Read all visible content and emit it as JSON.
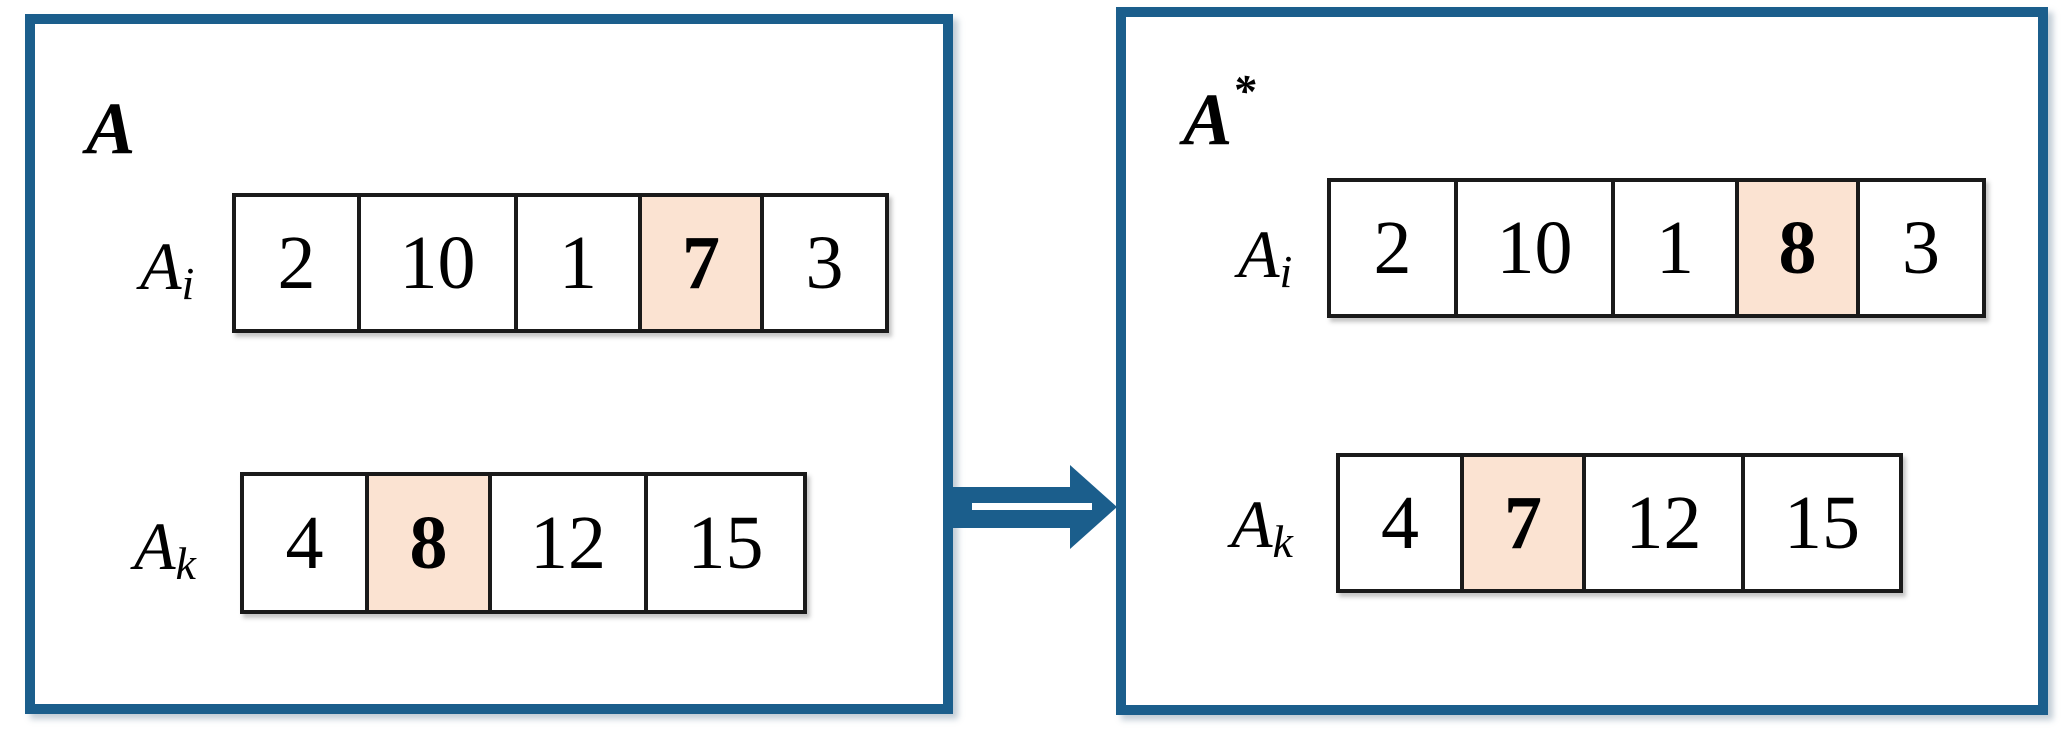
{
  "figure": {
    "description_visible_text_only": "",
    "colors": {
      "panel_border_blue": "#1B5E8C",
      "highlight_peach": "#FBE3D2",
      "cell_border_black": "#1A1A1A",
      "background": "#FFFFFF"
    }
  },
  "arrow": {
    "icon": "double-shaft-right-arrow",
    "direction": "right",
    "color": "#1B5E8C"
  },
  "left_panel": {
    "title": {
      "base": "A",
      "sup": ""
    },
    "rows": [
      {
        "label": {
          "base": "A",
          "sub": "i"
        },
        "cells": [
          {
            "value": "2",
            "highlighted": false
          },
          {
            "value": "10",
            "highlighted": false
          },
          {
            "value": "1",
            "highlighted": false
          },
          {
            "value": "7",
            "highlighted": true
          },
          {
            "value": "3",
            "highlighted": false
          }
        ]
      },
      {
        "label": {
          "base": "A",
          "sub": "k"
        },
        "cells": [
          {
            "value": "4",
            "highlighted": false
          },
          {
            "value": "8",
            "highlighted": true
          },
          {
            "value": "12",
            "highlighted": false
          },
          {
            "value": "15",
            "highlighted": false
          }
        ]
      }
    ]
  },
  "right_panel": {
    "title": {
      "base": "A",
      "sup": "*"
    },
    "rows": [
      {
        "label": {
          "base": "A",
          "sub": "i"
        },
        "cells": [
          {
            "value": "2",
            "highlighted": false
          },
          {
            "value": "10",
            "highlighted": false
          },
          {
            "value": "1",
            "highlighted": false
          },
          {
            "value": "8",
            "highlighted": true
          },
          {
            "value": "3",
            "highlighted": false
          }
        ]
      },
      {
        "label": {
          "base": "A",
          "sub": "k"
        },
        "cells": [
          {
            "value": "4",
            "highlighted": false
          },
          {
            "value": "7",
            "highlighted": true
          },
          {
            "value": "12",
            "highlighted": false
          },
          {
            "value": "15",
            "highlighted": false
          }
        ]
      }
    ]
  }
}
